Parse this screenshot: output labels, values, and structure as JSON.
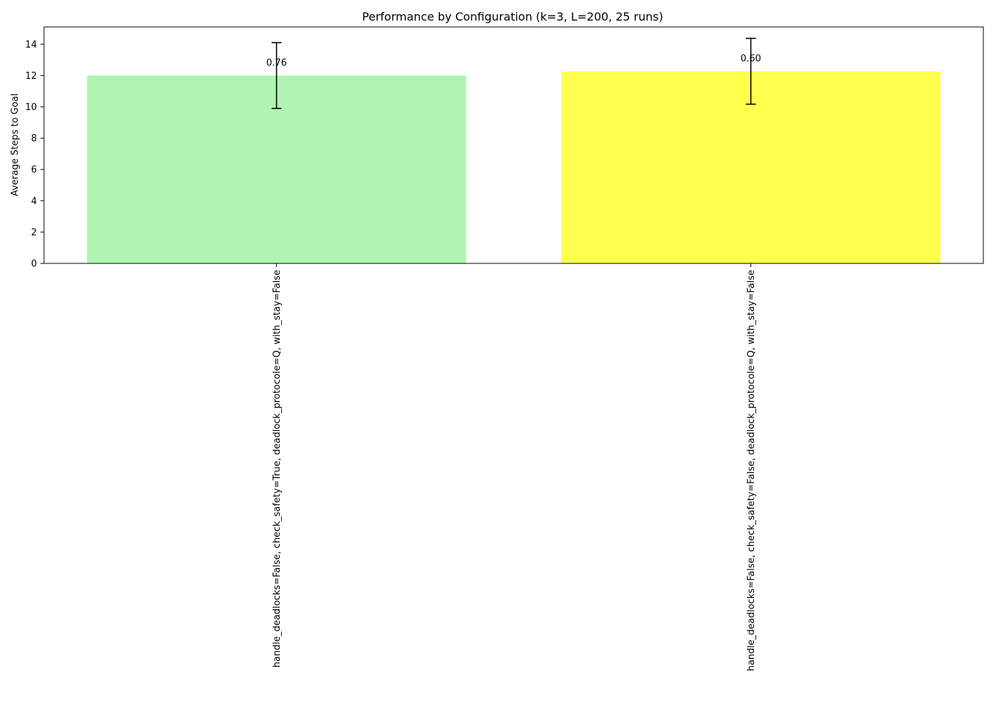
{
  "chart_data": {
    "type": "bar",
    "title": "Performance by Configuration (k=3, L=200, 25 runs)",
    "xlabel": "",
    "ylabel": "Average Steps to Goal",
    "ylim": [
      0,
      15.1
    ],
    "yticks": [
      0,
      2,
      4,
      6,
      8,
      10,
      12,
      14
    ],
    "categories": [
      "handle_deadlocks=False, check_safety=True, deadlock_protocole=Q, with_stay=False",
      "handle_deadlocks=False, check_safety=False, deadlock_protocole=Q, with_stay=False"
    ],
    "values": [
      12.0,
      12.27
    ],
    "errors": [
      2.1,
      2.1
    ],
    "bar_labels": [
      "0.76",
      "0.60"
    ],
    "colors": [
      "#b1f4b1",
      "#ffff4e"
    ],
    "grid": false,
    "legend": "none"
  }
}
